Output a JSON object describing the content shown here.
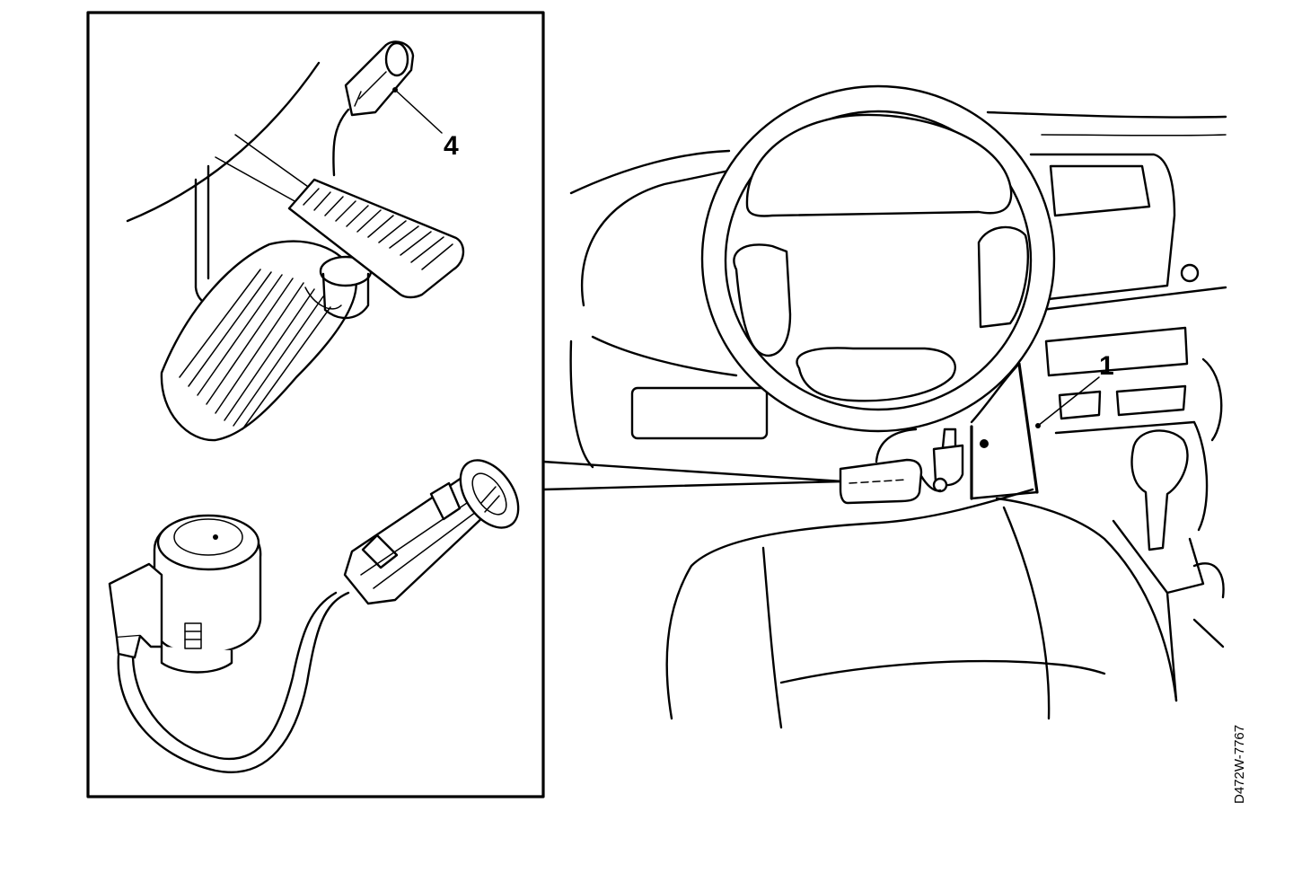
{
  "callouts": {
    "label_4": "4",
    "label_1": "1"
  },
  "figure_id": "D472W-7767",
  "icons": {
    "throttle_pedal": "accelerator-pedal-icon",
    "position_sensor": "pedal-position-sensor-icon",
    "connector": "wiring-connector-icon",
    "steering_wheel": "steering-wheel-icon",
    "seat": "driver-seat-icon"
  },
  "colors": {
    "line": "#000000",
    "background": "#ffffff"
  }
}
